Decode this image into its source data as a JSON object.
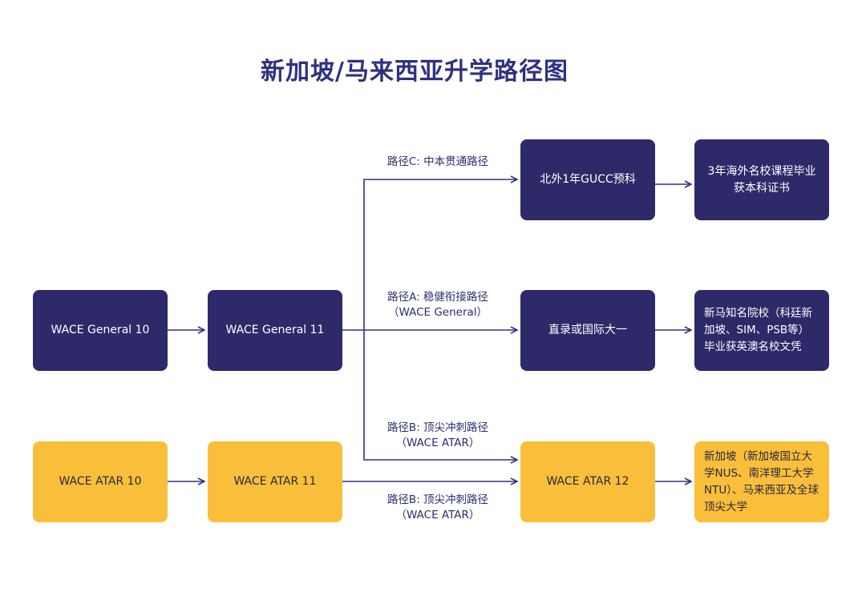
{
  "title": "新加坡/马来西亚升学路径图",
  "colors": {
    "dark": "#2e2a69",
    "yellow": "#f9bf3b",
    "line": "#2e3180"
  },
  "boxes": {
    "general10": "WACE General 10",
    "general11": "WACE General 11",
    "atar10": "WACE ATAR 10",
    "atar11": "WACE ATAR 11",
    "gucc": "北外1年GUCC预科",
    "overseas_degree": "3年海外名校课程毕业获本科证书",
    "direct_entry": "直录或国际大一",
    "sgmy_schools": "新马知名院校（科廷新加坡、SIM、PSB等）毕业获英澳名校文凭",
    "atar12": "WACE ATAR 12",
    "top_universities": "新加坡（新加坡国立大学NUS、南洋理工大学NTU）、马来西亚及全球顶尖大学"
  },
  "paths": {
    "c": {
      "line1": "路径C: 中本贯通路径"
    },
    "a": {
      "line1": "路径A: 稳健衔接路径",
      "line2": "（WACE General）"
    },
    "b_upper": {
      "line1": "路径B: 顶尖冲刺路径",
      "line2": "（WACE ATAR）"
    },
    "b_lower": {
      "line1": "路径B: 顶尖冲刺路径",
      "line2": "（WACE ATAR）"
    }
  }
}
